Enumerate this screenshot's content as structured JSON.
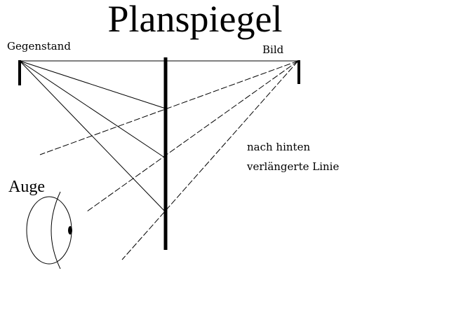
{
  "diagram": {
    "title": "Planspiegel",
    "object_label": "Gegenstand",
    "image_label": "Bild",
    "note_line1": "nach hinten",
    "note_line2": "verlängerte Linie",
    "eye_label": "Auge"
  },
  "colors": {
    "ink": "#000000",
    "background": "#ffffff"
  }
}
